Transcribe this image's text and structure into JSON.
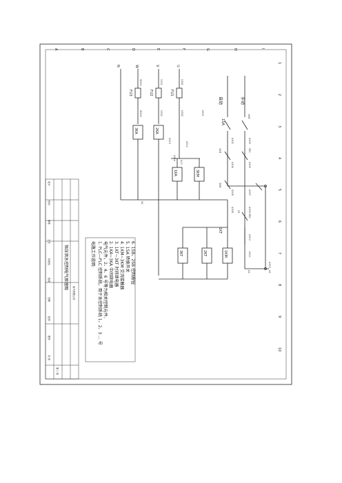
{
  "border": {
    "top_labels": [
      "A",
      "B",
      "C",
      "D",
      "E",
      "F",
      "G",
      "H",
      "I"
    ],
    "side_labels": [
      "1",
      "2",
      "3",
      "4",
      "5",
      "6",
      "7",
      "8",
      "9",
      "10"
    ]
  },
  "diagram": {
    "phases": [
      "N",
      "W",
      "V",
      "U"
    ],
    "fuses": [
      "FU3",
      "FU2",
      "FU1"
    ],
    "wire_top": [
      "U301",
      "V301",
      "W301"
    ],
    "wire_mid": [
      "U302",
      "V302",
      "W302"
    ],
    "contactors": [
      "3KA",
      "2KA",
      "1KA",
      "3KM",
      "2KM",
      "1KM"
    ],
    "contactor_labels": [
      "1KT",
      "2KT",
      "3KT"
    ],
    "mode_labels": {
      "auto": "自动",
      "manual": "手动"
    },
    "switch_label": "1SA",
    "wires": [
      "A301",
      "A302",
      "A303",
      "A304",
      "A305",
      "A306",
      "A307",
      "A308",
      "A309",
      "A310",
      "A311",
      "A312",
      "A313",
      "A314",
      "A315"
    ],
    "small_labels": [
      "1KM",
      "2KM",
      "3KM",
      "SB1",
      "SB2",
      "QF"
    ],
    "terminal_labels": [
      "A2",
      "A3",
      "N1",
      "A10"
    ]
  },
  "notes": {
    "title": "电路工作说明:",
    "lines": [
      "1. PLC—PLC 控制系统，用于本控制系统 1、2、3 ... 号",
      "   电气元件，2、4、6 号等为相关控制元件。",
      "2. 1KA~3KA 中间继电器",
      "3. 1KT~3KT 时间继电器",
      "4. 1KM~3KM 交流接触器",
      "5. 1SA 转换开关",
      "6. 1SB、2SB 控制按钮"
    ]
  },
  "title_block": {
    "rows": [
      "设计",
      "校对",
      "审核",
      "工艺",
      "标准化",
      "批准",
      "日期",
      "比例",
      "图号",
      "共 张"
    ],
    "drawing_title": "恒压供水控制电气原理图",
    "company": "电气有限公司",
    "sheet": "第 1 张"
  }
}
